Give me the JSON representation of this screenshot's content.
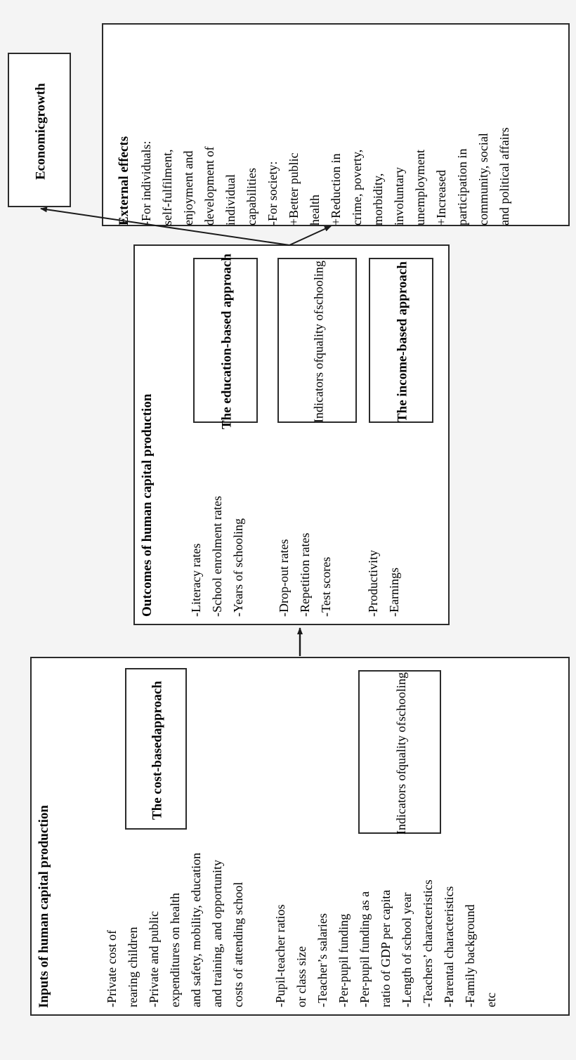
{
  "diagram": {
    "title": "Human capital production and measurement approaches",
    "orientation": "rotated-90-ccw",
    "colors": {
      "background": "#f4f4f4",
      "box_fill": "#ffffff",
      "stroke": "#2b2b2b",
      "text": "#000000"
    }
  },
  "economic_growth_box": {
    "heading_line1": "Economic",
    "heading_line2": "growth"
  },
  "external_effects_box": {
    "heading": "External effects",
    "lines": [
      "-For individuals:",
      "self-fulfilment,",
      "enjoyment and",
      "development of",
      "individual",
      "capabilities",
      "-For society:",
      "+Better public",
      "health",
      "+Reduction in",
      "crime, poverty,",
      "morbidity,",
      "involuntary",
      "unemployment",
      "+Increased",
      "participation in",
      "community, social",
      "and political affairs"
    ]
  },
  "outcomes_box": {
    "heading": "Outcomes of human capital production",
    "approach_boxes": [
      {
        "id": "education-based",
        "bold": true,
        "lines": [
          "The education-",
          "based approach"
        ]
      },
      {
        "id": "quality-of-schooling",
        "bold": false,
        "lines": [
          "Indicators of",
          "quality of",
          "schooling"
        ]
      },
      {
        "id": "income-based",
        "bold": true,
        "lines": [
          "The income-",
          "based approach"
        ]
      }
    ],
    "group_education": [
      "-Literacy rates",
      "-School enrolment rates",
      "-Years of schooling"
    ],
    "group_quality": [
      "-Drop-out rates",
      "-Repetition rates",
      "-Test scores"
    ],
    "group_income": [
      "-Productivity",
      "-Earnings"
    ]
  },
  "inputs_box": {
    "heading": "Inputs of human capital production",
    "approach_boxes": [
      {
        "id": "cost-based",
        "bold": true,
        "lines": [
          "The cost-based",
          "approach"
        ]
      },
      {
        "id": "quality-of-schooling",
        "bold": false,
        "lines": [
          "Indicators of",
          "quality of",
          "schooling"
        ]
      }
    ],
    "group_cost": [
      "-Private cost of",
      "rearing children",
      "-Private and public",
      "expenditures on health",
      "and safety, mobility, education",
      "and training, and opportunity",
      "costs of attending school"
    ],
    "group_quality": [
      "-Pupil-teacher ratios",
      "or class size",
      "-Teacher’s salaries",
      "-Per-pupil funding",
      "-Per-pupil funding as a",
      "ratio of GDP per capita",
      "-Length of school year",
      "-Teachers’ characteristics",
      "-Parental characteristics",
      "-Family background",
      "etc"
    ]
  },
  "connectors": [
    {
      "id": "inputs-to-outcomes",
      "from": "inputs_box",
      "to": "outcomes_box",
      "style": "solid-arrow"
    },
    {
      "id": "outcomes-to-economic-growth",
      "from": "outcomes_box",
      "to": "economic_growth_box",
      "style": "solid-arrow"
    },
    {
      "id": "outcomes-to-external-effects",
      "from": "outcomes_box",
      "to": "external_effects_box",
      "style": "solid-arrow"
    }
  ]
}
